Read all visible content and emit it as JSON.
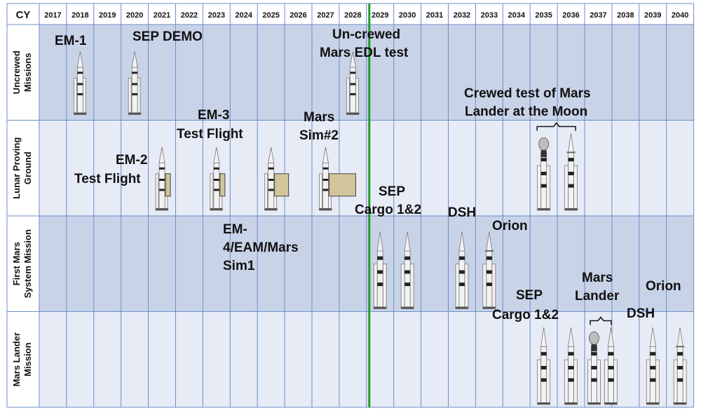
{
  "header": {
    "corner_label": "CY",
    "years": [
      "2017",
      "2018",
      "2019",
      "2020",
      "2021",
      "2022",
      "2023",
      "2024",
      "2025",
      "2026",
      "2027",
      "2028",
      "2029",
      "2030",
      "2031",
      "2032",
      "2033",
      "2034",
      "2035",
      "2036",
      "2037",
      "2038",
      "2039",
      "2040"
    ]
  },
  "rows": [
    {
      "id": "uncrewed",
      "label_line1": "Uncrewed",
      "label_line2": "Missions",
      "shade": "#c9d3e8"
    },
    {
      "id": "lunar",
      "label_line1": "Lunar Proving",
      "label_line2": "Ground",
      "shade": "#e6ebf6"
    },
    {
      "id": "first_mars",
      "label_line1": "First Mars",
      "label_line2": "System Mission",
      "shade": "#c9d3e8"
    },
    {
      "id": "lander",
      "label_line1": "Mars Lander",
      "label_line2": "Mission",
      "shade": "#e6ebf6"
    }
  ],
  "divider": {
    "after_year": "2028",
    "color": "#1f9a2a"
  },
  "colors": {
    "grid": "#6a8ec6",
    "header_bg": "#ffffff",
    "cargo_box": "#d2c59b",
    "rocket_body": "#f2f2f2",
    "rocket_outline": "#777777",
    "rocket_stripe": "#222222"
  },
  "labels": {
    "em1": "EM-1",
    "sep_demo": "SEP DEMO",
    "uncrewed_edl_1": "Un-crewed",
    "uncrewed_edl_2": "Mars EDL test",
    "em3_1": "EM-3",
    "em3_2": "Test Flight",
    "mars_sim2_1": "Mars",
    "mars_sim2_2": "Sim#2",
    "em2_1": "EM-2",
    "em2_2": "Test Flight",
    "crewed_test_1": "Crewed test of Mars",
    "crewed_test_2": "Lander at the Moon",
    "sep_cargo_a_1": "SEP",
    "sep_cargo_a_2": "Cargo 1&2",
    "dsh_a": "DSH",
    "orion_a": "Orion",
    "em4_1": "EM-",
    "em4_2": "4/EAM/Mars",
    "em4_3": "Sim1",
    "sep_cargo_b_1": "SEP",
    "sep_cargo_b_2": "Cargo 1&2",
    "mars_lander_1": "Mars",
    "mars_lander_2": "Lander",
    "dsh_b": "DSH",
    "orion_b": "Orion"
  },
  "vehicles": [
    {
      "id": "em1-rocket",
      "row": "uncrewed",
      "year": "2018",
      "kind": "sls"
    },
    {
      "id": "sep-demo-rocket",
      "row": "uncrewed",
      "year": "2020",
      "kind": "sls"
    },
    {
      "id": "edl-test-rocket",
      "row": "uncrewed",
      "year": "2028",
      "kind": "sls"
    },
    {
      "id": "em2-rocket",
      "row": "lunar",
      "year": "2021",
      "kind": "cargo_small"
    },
    {
      "id": "em3-rocket",
      "row": "lunar",
      "year": "2023",
      "kind": "cargo_small"
    },
    {
      "id": "sim1-rocket",
      "row": "lunar",
      "year": "2025",
      "kind": "cargo_medium"
    },
    {
      "id": "sim2-rocket",
      "row": "lunar",
      "year": "2027",
      "kind": "cargo_large"
    },
    {
      "id": "moon-lander-test-rocket",
      "row": "lunar",
      "year": "2035",
      "kind": "lander"
    },
    {
      "id": "moon-orion-test-rocket",
      "row": "lunar",
      "year": "2036",
      "kind": "orion"
    },
    {
      "id": "sep-cargo1-rocket",
      "row": "first_mars",
      "year": "2029",
      "kind": "heavy"
    },
    {
      "id": "sep-cargo2-rocket",
      "row": "first_mars",
      "year": "2030",
      "kind": "heavy"
    },
    {
      "id": "dsh-rocket",
      "row": "first_mars",
      "year": "2032",
      "kind": "heavy"
    },
    {
      "id": "orion-rocket",
      "row": "first_mars",
      "year": "2033",
      "kind": "orion"
    },
    {
      "id": "lander-sep-cargo1-rocket",
      "row": "lander",
      "year": "2035",
      "kind": "heavy"
    },
    {
      "id": "lander-sep-cargo2-rocket",
      "row": "lander",
      "year": "2036",
      "kind": "heavy"
    },
    {
      "id": "mars-lander-rocket-a",
      "row": "lander",
      "year": "2037",
      "kind": "lander"
    },
    {
      "id": "mars-lander-rocket-b",
      "row": "lander",
      "year": "2037",
      "kind": "heavy"
    },
    {
      "id": "lander-dsh-rocket",
      "row": "lander",
      "year": "2039",
      "kind": "heavy"
    },
    {
      "id": "lander-orion-rocket",
      "row": "lander",
      "year": "2040",
      "kind": "orion"
    }
  ]
}
